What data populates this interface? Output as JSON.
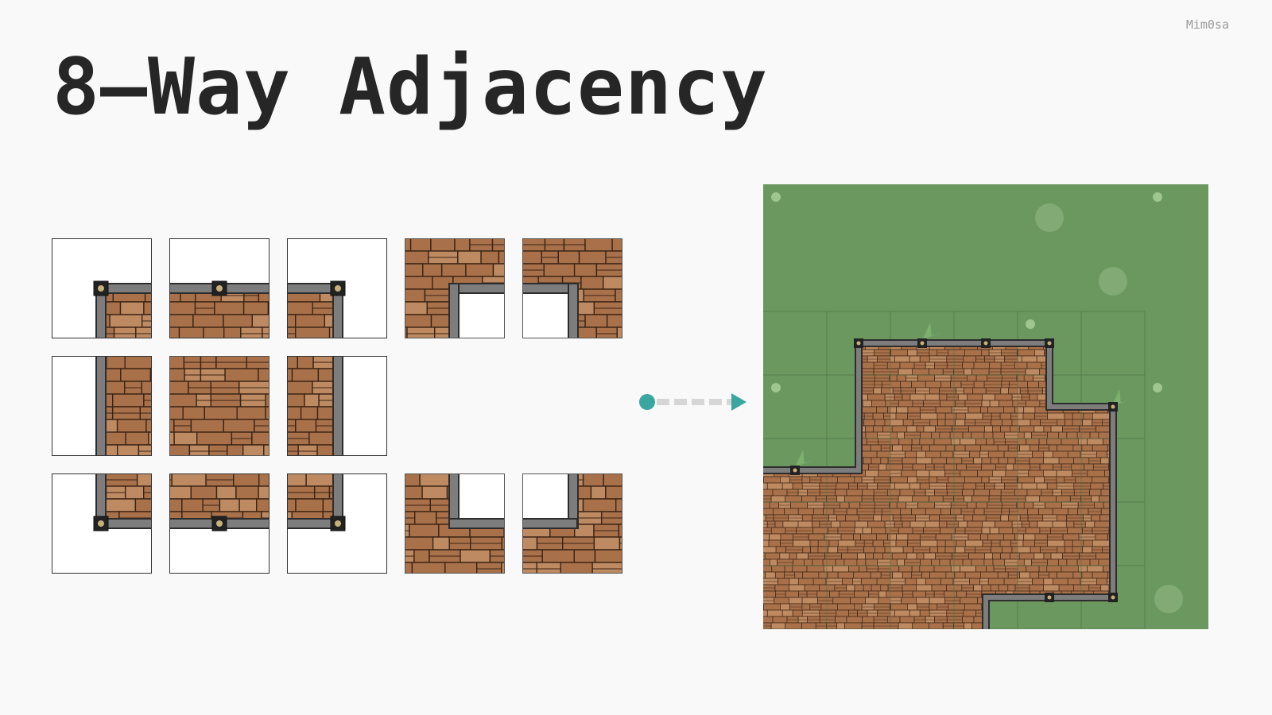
{
  "title": "8–Way Adjacency",
  "author": "Mim0sa",
  "colors": {
    "background": "#f9f9f9",
    "grass": "#6a985e",
    "brick_fill": "#a9714a",
    "brick_light": "#be8a61",
    "brick_line": "#3a2415",
    "wall": "#7d7d7d",
    "wall_dark": "#2d2d2d",
    "accent": "#3aa6a0",
    "dash": "#d6d6d6"
  },
  "tileset": {
    "rows": [
      [
        "outer-corner-top-left",
        "edge-top",
        "outer-corner-top-right",
        "inner-corner-bottom-right",
        "inner-corner-bottom-left"
      ],
      [
        "edge-left",
        "center",
        "edge-right"
      ],
      [
        "outer-corner-bottom-left",
        "edge-bottom",
        "outer-corner-bottom-right",
        "inner-corner-top-right",
        "inner-corner-top-left"
      ]
    ]
  },
  "arrow": {
    "icon": "dashed-arrow-right-icon"
  }
}
